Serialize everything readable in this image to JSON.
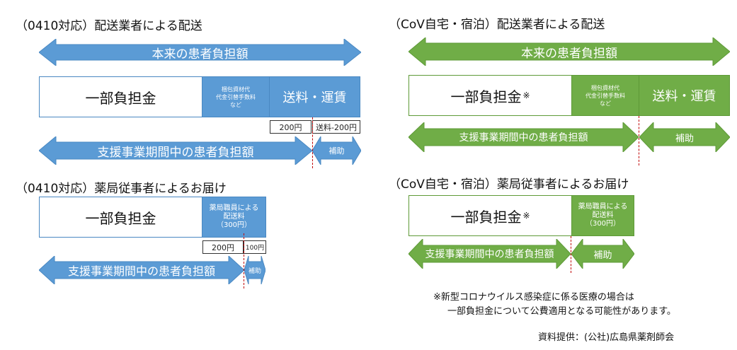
{
  "colors": {
    "blue": "#5b9bd5",
    "green": "#70ad47",
    "dashed": "#c00000"
  },
  "left_top": {
    "heading": "（0410対応）配送業者による配送",
    "total_arrow": "本来の患者負担額",
    "copay": "一部負担金",
    "packing_line1": "梱包資材代",
    "packing_line2": "代金引替手数料",
    "packing_line3": "など",
    "shipping": "送料・運賃",
    "box_200": "200円",
    "box_shipping_minus": "送料-200円",
    "support_arrow": "支援事業期間中の患者負担額",
    "subsidy_arrow": "補助"
  },
  "left_bottom": {
    "heading": "（0410対応）薬局従事者によるお届け",
    "copay": "一部負担金",
    "delivery_line1": "薬局職員による",
    "delivery_line2": "配送料",
    "delivery_line3": "（300円）",
    "box_200": "200円",
    "box_100": "100円",
    "support_arrow": "支援事業期間中の患者負担額",
    "subsidy_arrow": "補助"
  },
  "right_top": {
    "heading": "（CoV自宅・宿泊）配送業者による配送",
    "total_arrow": "本来の患者負担額",
    "copay": "一部負担金",
    "note_mark": "※",
    "packing_line1": "梱包資材代",
    "packing_line2": "代金引替手数料",
    "packing_line3": "など",
    "shipping": "送料・運賃",
    "support_arrow": "支援事業期間中の患者負担額",
    "subsidy_arrow": "補助"
  },
  "right_bottom": {
    "heading": "（CoV自宅・宿泊）薬局従事者によるお届け",
    "copay": "一部負担金",
    "note_mark": "※",
    "delivery_line1": "薬局職員による",
    "delivery_line2": "配送料",
    "delivery_line3": "（300円）",
    "support_arrow": "支援事業期間中の患者負担額",
    "subsidy_arrow": "補助"
  },
  "footnote_line1": "※新型コロナウイルス感染症に係る医療の場合は",
  "footnote_line2": "一部負担金について公費適用となる可能性があります。",
  "source": "資料提供：(公社)広島県薬剤師会"
}
